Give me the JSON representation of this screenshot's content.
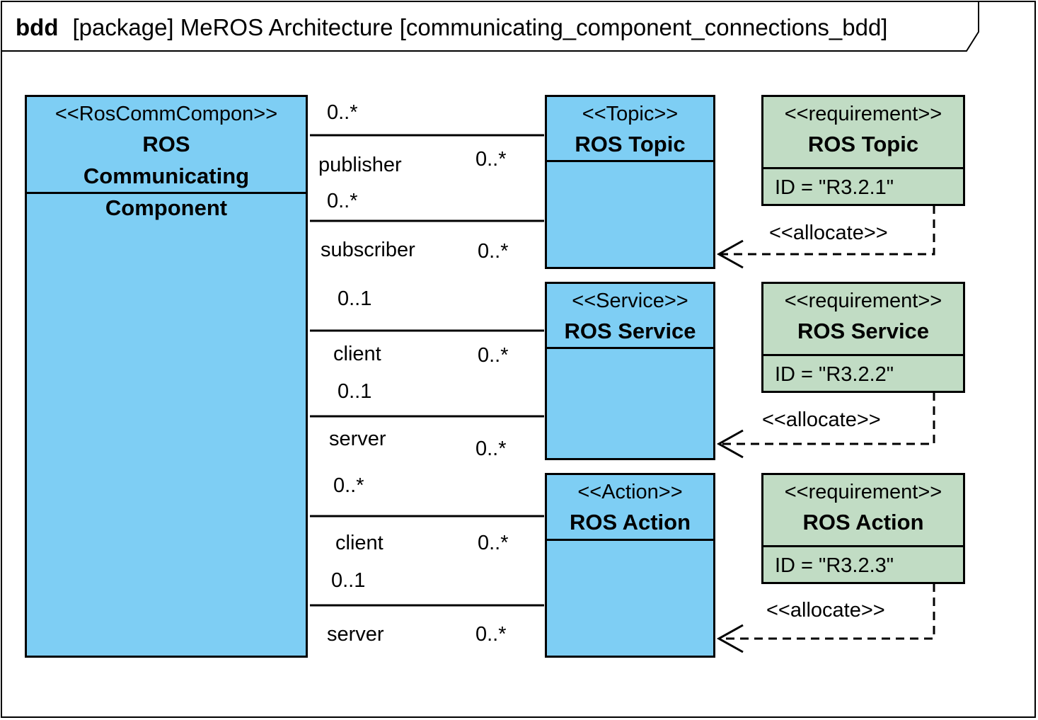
{
  "frame": {
    "kind": "bdd",
    "title": "[package] MeROS Architecture [communicating_component_connections_bdd]"
  },
  "blocks": {
    "component": {
      "stereotype": "<<RosCommCompon>>",
      "name": "ROS Communicating Component"
    },
    "topic": {
      "stereotype": "<<Topic>>",
      "name": "ROS Topic"
    },
    "service": {
      "stereotype": "<<Service>>",
      "name": "ROS Service"
    },
    "action": {
      "stereotype": "<<Action>>",
      "name": "ROS Action"
    }
  },
  "requirements": {
    "topic": {
      "stereotype": "<<requirement>>",
      "name": "ROS Topic",
      "id": "ID = \"R3.2.1\""
    },
    "service": {
      "stereotype": "<<requirement>>",
      "name": "ROS Service",
      "id": "ID = \"R3.2.2\""
    },
    "action": {
      "stereotype": "<<requirement>>",
      "name": "ROS Action",
      "id": "ID = \"R3.2.3\""
    }
  },
  "associations": {
    "publisher": {
      "comp_mult": "0..*",
      "role": "publisher",
      "target_mult": "0..*"
    },
    "subscriber": {
      "comp_mult": "0..*",
      "role": "subscriber",
      "target_mult": "0..*"
    },
    "service_client": {
      "comp_mult": "0..1",
      "role": "client",
      "target_mult": "0..*"
    },
    "service_server": {
      "comp_mult": "0..1",
      "role": "server",
      "target_mult": "0..*"
    },
    "action_client": {
      "comp_mult": "0..*",
      "role": "client",
      "target_mult": "0..*"
    },
    "action_server": {
      "comp_mult": "0..1",
      "role": "server",
      "target_mult": "0..*"
    }
  },
  "allocations": {
    "topic": "<<allocate>>",
    "service": "<<allocate>>",
    "action": "<<allocate>>"
  },
  "colors": {
    "block_fill": "#7ecef4",
    "requirement_fill": "#c1dcc4",
    "line": "#000000"
  }
}
